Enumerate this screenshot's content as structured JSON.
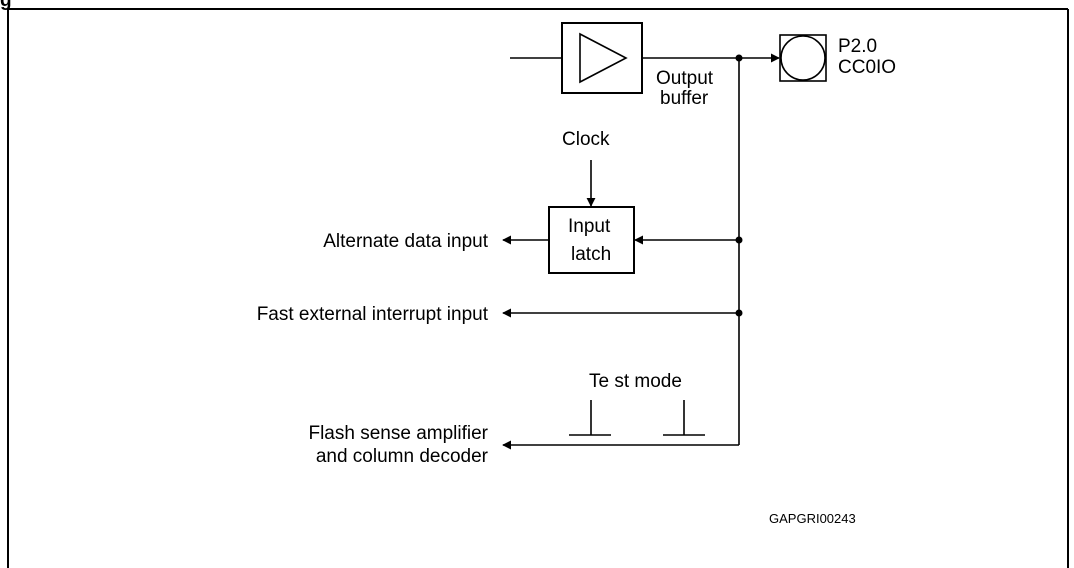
{
  "figure": {
    "header_fragment": "g",
    "id_code": "GAPGRI00243"
  },
  "pin": {
    "name": "P2.0",
    "function": "CC0IO"
  },
  "output_buffer": {
    "line1": "Output",
    "line2": "buffer"
  },
  "clock_label": "Clock",
  "input_latch": {
    "line1": "Input",
    "line2": "latch"
  },
  "outputs": {
    "alternate_data_input": "Alternate data input",
    "fast_external_interrupt": "Fast external interrupt input",
    "flash_sense_line1": "Flash sense amplifier",
    "flash_sense_line2": "and column decoder"
  },
  "test_mode_label": "Te st mode"
}
